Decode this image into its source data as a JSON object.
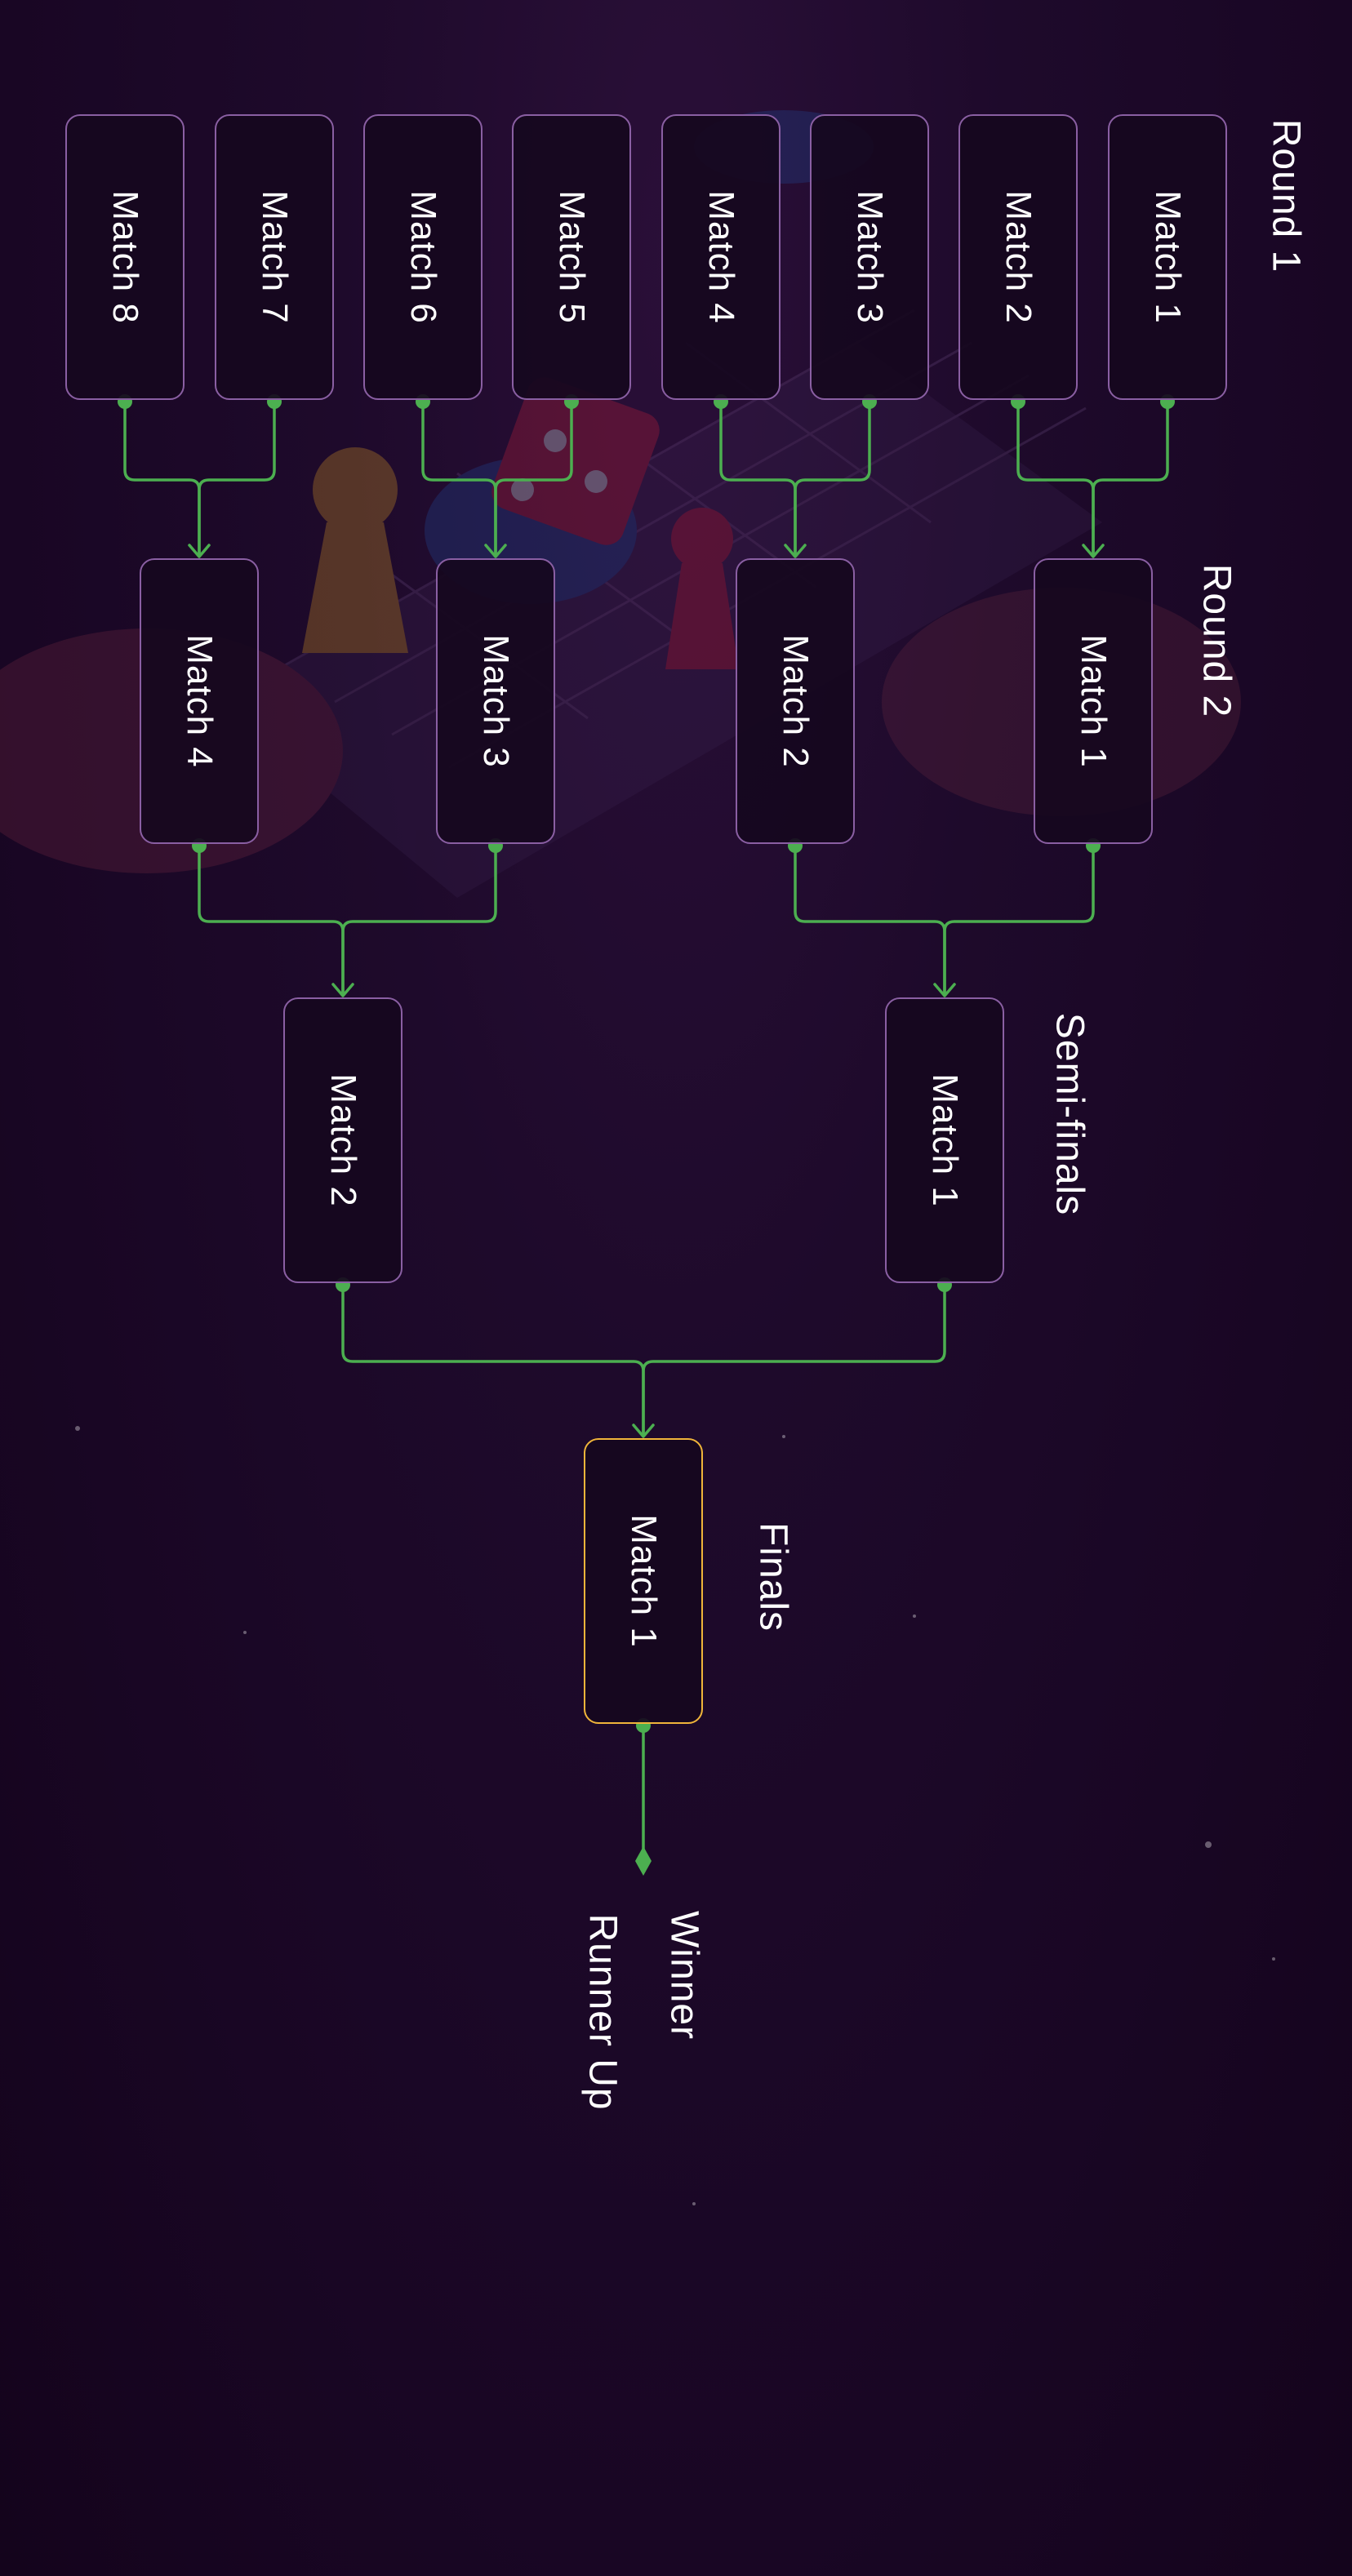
{
  "colors": {
    "background": "#1e0a2b",
    "box_border": "#8a5fa3",
    "final_border": "#f0b53a",
    "connector": "#4caf50",
    "text": "#ffffff"
  },
  "rounds": [
    {
      "title": "Round 1",
      "matches": [
        "Match 1",
        "Match 2",
        "Match 3",
        "Match 4",
        "Match 5",
        "Match 6",
        "Match 7",
        "Match 8"
      ]
    },
    {
      "title": "Round 2",
      "matches": [
        "Match 1",
        "Match 2",
        "Match 3",
        "Match 4"
      ]
    },
    {
      "title": "Semi-finals",
      "matches": [
        "Match 1",
        "Match 2"
      ]
    },
    {
      "title": "Finals",
      "matches": [
        "Match 1"
      ]
    }
  ],
  "results": {
    "winner": "Winner",
    "runner_up": "Runner Up"
  }
}
